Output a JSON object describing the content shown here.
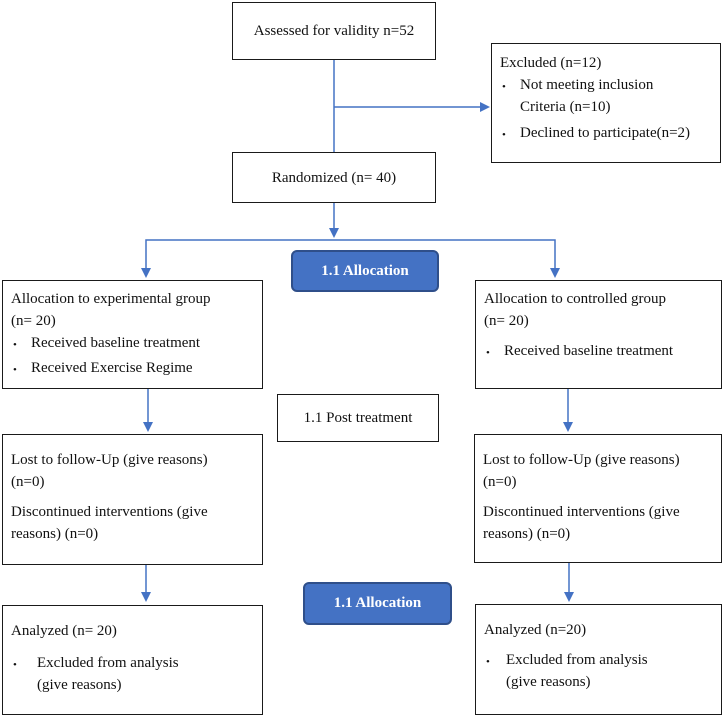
{
  "flow": {
    "assessed": "Assessed for validity n=52",
    "excluded": {
      "title": "Excluded (n=12)",
      "items": [
        {
          "line1": "Not meeting inclusion",
          "line2": "Criteria (n=10)"
        },
        {
          "line1": "Declined to participate(n=2)"
        }
      ]
    },
    "randomized": "Randomized (n= 40)",
    "allocation_badge_top": "1.1 Allocation",
    "experimental": {
      "title": "Allocation to experimental group",
      "count": "(n= 20)",
      "items": [
        "Received baseline treatment",
        "Received Exercise Regime"
      ]
    },
    "controlled": {
      "title": "Allocation to controlled group",
      "count": "(n= 20)",
      "items": [
        "Received baseline treatment"
      ]
    },
    "post_treatment": "1.1 Post treatment",
    "followup_left": {
      "lost": "Lost to follow-Up (give reasons)",
      "lost_n": "(n=0)",
      "discontinued": "Discontinued interventions (give",
      "discontinued2": "reasons) (n=0)"
    },
    "followup_right": {
      "lost": "Lost to follow-Up (give reasons)",
      "lost_n": "(n=0)",
      "discontinued": "Discontinued interventions (give",
      "discontinued2": "reasons) (n=0)"
    },
    "allocation_badge_bottom": "1.1 Allocation",
    "analyzed_left": {
      "title": "Analyzed (n= 20)",
      "item1": "Excluded from analysis",
      "item2": "(give reasons)"
    },
    "analyzed_right": {
      "title": "Analyzed (n=20)",
      "item1": "Excluded from analysis",
      "item2": "(give reasons)"
    }
  },
  "colors": {
    "arrow": "#4472c4",
    "badge": "#4472c4",
    "box_border": "#1a1a1a"
  }
}
